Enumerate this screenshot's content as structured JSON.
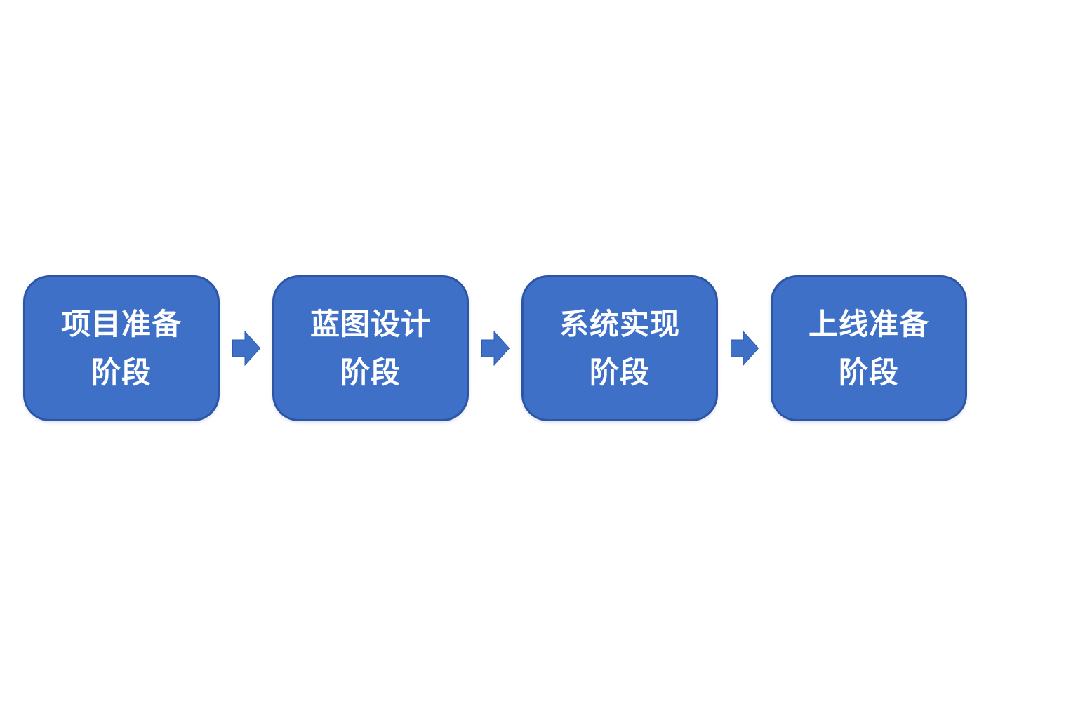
{
  "diagram": {
    "type": "process-flow",
    "direction": "left-to-right",
    "colors": {
      "background": "#FFFFFF",
      "box_fill": "#3E70C8",
      "box_border": "#2C55A5",
      "arrow_fill": "#3E70C8",
      "arrow_stroke": "#2F5BAE",
      "text": "#FFFFFF"
    },
    "steps": [
      {
        "label": "项目准备阶段",
        "line1": "项目准备",
        "line2": "阶段"
      },
      {
        "label": "蓝图设计阶段",
        "line1": "蓝图设计",
        "line2": "阶段"
      },
      {
        "label": "系统实现阶段",
        "line1": "系统实现",
        "line2": "阶段"
      },
      {
        "label": "上线准备阶段",
        "line1": "上线准备",
        "line2": "阶段"
      }
    ]
  }
}
